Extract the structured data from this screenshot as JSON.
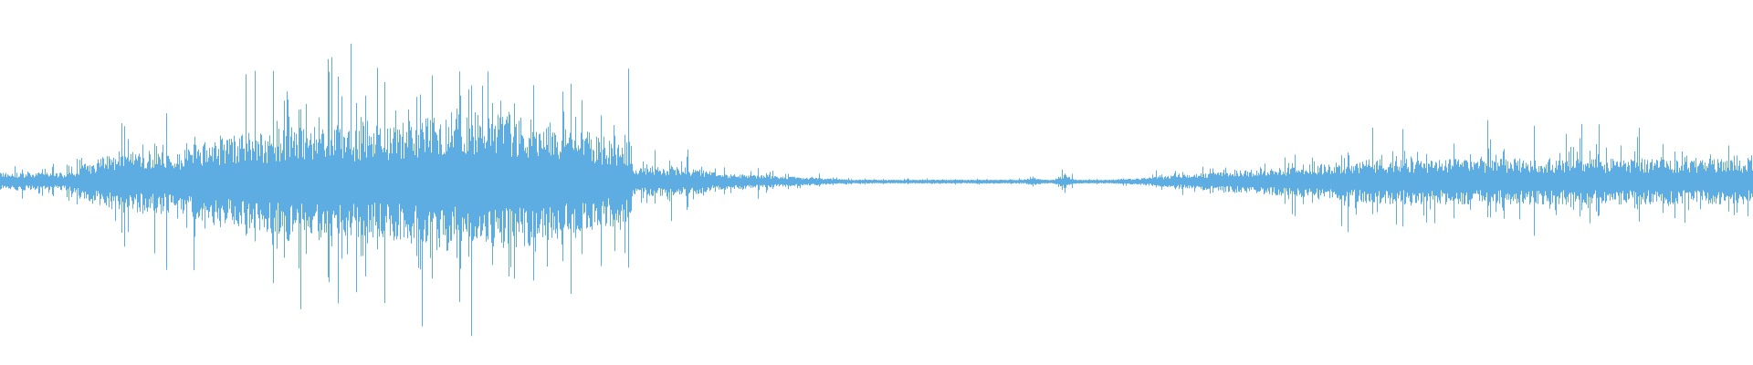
{
  "waveform": {
    "color": "#5dade2",
    "segments": [
      {
        "label": "quiet-intro",
        "t_start": 0.0,
        "t_end": 0.05,
        "amplitude": 0.08
      },
      {
        "label": "burst-rising",
        "t_start": 0.05,
        "t_end": 0.12,
        "amplitude": 0.3
      },
      {
        "label": "burst-peak",
        "t_start": 0.12,
        "t_end": 0.33,
        "amplitude": 0.55
      },
      {
        "label": "burst-decay",
        "t_start": 0.33,
        "t_end": 0.41,
        "amplitude": 0.14
      },
      {
        "label": "silence",
        "t_start": 0.41,
        "t_end": 0.715,
        "amplitude": 0.01
      },
      {
        "label": "steady-noise",
        "t_start": 0.715,
        "t_end": 1.0,
        "amplitude": 0.22
      }
    ],
    "blips": [
      {
        "t": 0.589,
        "amplitude": 0.03
      },
      {
        "t": 0.607,
        "amplitude": 0.045
      },
      {
        "t": 0.642,
        "amplitude": 0.022
      }
    ]
  }
}
